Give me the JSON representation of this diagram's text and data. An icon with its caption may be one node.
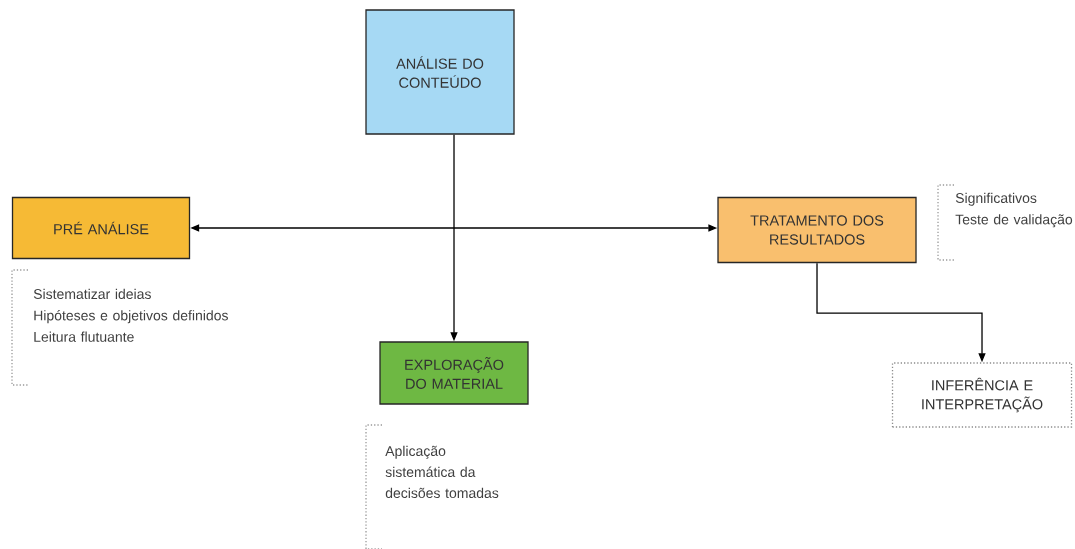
{
  "diagram": {
    "nodes": [
      {
        "text": [
          "ANÁLISE DO CONTEÚDO"
        ]
      },
      {
        "text": [
          "PRÉ ANÁLISE"
        ],
        "beside": [
          "Sistematizar ideias",
          "Hipóteses e objetivos definidos",
          "Leitura flutuante"
        ]
      },
      {
        "text": [
          "TRATAMENTO DOS RESULTADOS"
        ],
        "beside": [
          "Significativos",
          "Teste de validação"
        ]
      },
      {
        "text": [
          "EXPLORAÇÃO DO MATERIAL"
        ],
        "beside": [
          "Aplicação sistemática da decisões tomadas"
        ]
      },
      {
        "text": [
          "INFERÊNCIA E INTERPRETAÇÃO"
        ]
      }
    ],
    "edges": [
      {
        "from": 0,
        "to": 3,
        "arrow": "to"
      },
      {
        "from": 1,
        "to": 2,
        "arrow": "both"
      },
      {
        "from": 2,
        "to": 4,
        "arrow": "to"
      }
    ]
  }
}
